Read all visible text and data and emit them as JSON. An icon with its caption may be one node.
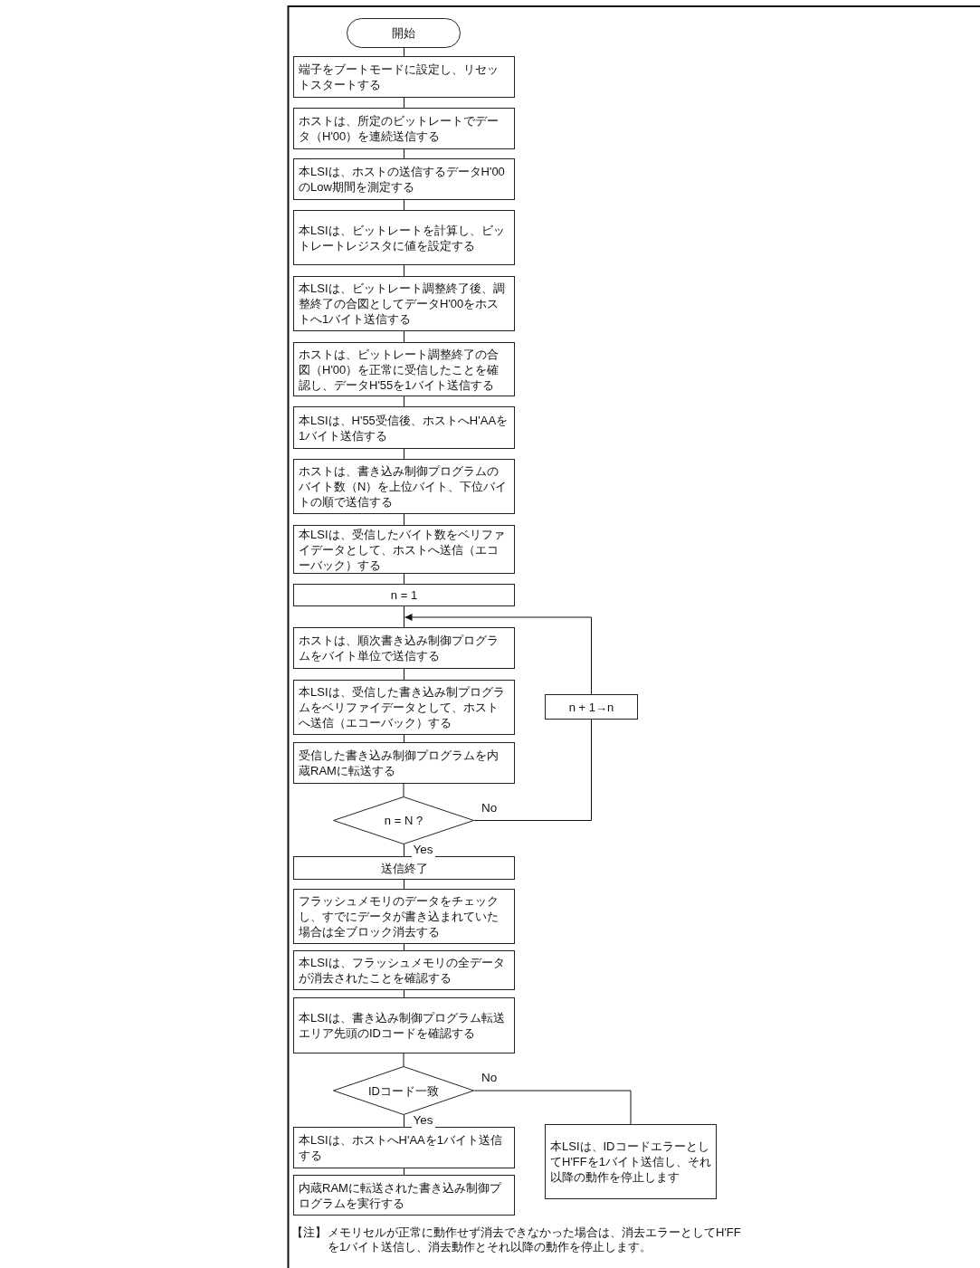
{
  "diagram": {
    "nodes": [
      {
        "text": [
          "開始"
        ]
      },
      {
        "text": [
          "端子をブートモードに設定し、リセットスタートする"
        ]
      },
      {
        "text": [
          "ホストは、所定のビットレートでデータ（H'00）を連続送信する"
        ]
      },
      {
        "text": [
          "本LSIは、ホストの送信するデータH'00のLow期間を測定する"
        ]
      },
      {
        "text": [
          "本LSIは、ビットレートを計算し、ビットレートレジスタに値を設定する"
        ]
      },
      {
        "text": [
          "本LSIは、ビットレート調整終了後、調整終了の合図としてデータH'00をホストへ1バイト送信する"
        ]
      },
      {
        "text": [
          "ホストは、ビットレート調整終了の合図（H'00）を正常に受信したことを確認し、データH'55を1バイト送信する"
        ]
      },
      {
        "text": [
          "本LSIは、H'55受信後、ホストへH'AAを1バイト送信する"
        ]
      },
      {
        "text": [
          "ホストは、書き込み制御プログラムのバイト数（N）を上位バイト、下位バイトの順で送信する"
        ]
      },
      {
        "text": [
          "本LSIは、受信したバイト数をベリファイデータとして、ホストへ送信（エコーバック）する"
        ]
      },
      {
        "text": [
          "n = 1"
        ]
      },
      {
        "text": [
          "ホストは、順次書き込み制御プログラムをバイト単位で送信する"
        ]
      },
      {
        "text": [
          "本LSIは、受信した書き込み制プログラムをベリファイデータとして、ホストへ送信（エコーバック）する"
        ]
      },
      {
        "text": [
          "受信した書き込み制御プログラムを内蔵RAMに転送する"
        ]
      },
      {
        "text": [
          "n = N ?"
        ]
      },
      {
        "text": [
          "n + 1→n"
        ]
      },
      {
        "text": [
          "送信終了"
        ]
      },
      {
        "text": [
          "フラッシュメモリのデータをチェックし、すでにデータが書き込まれていた場合は全ブロック消去する"
        ]
      },
      {
        "text": [
          "本LSIは、フラッシュメモリの全データが消去されたことを確認する"
        ]
      },
      {
        "text": [
          "本LSIは、書き込み制御プログラム転送エリア先頭のIDコードを確認する"
        ]
      },
      {
        "text": [
          "IDコード一致"
        ]
      },
      {
        "text": [
          "本LSIは、ホストへH'AAを1バイト送信する"
        ]
      },
      {
        "text": [
          "内蔵RAMに転送された書き込み制御プログラムを実行する"
        ]
      },
      {
        "text": [
          "本LSIは、IDコードエラーとしてH'FFを1バイト送信し、それ以降の動作を停止します"
        ]
      }
    ],
    "edges": [
      {
        "from": 0,
        "to": 1,
        "arrow": "none"
      },
      {
        "from": 1,
        "to": 2,
        "arrow": "none"
      },
      {
        "from": 2,
        "to": 3,
        "arrow": "none"
      },
      {
        "from": 3,
        "to": 4,
        "arrow": "none"
      },
      {
        "from": 4,
        "to": 5,
        "arrow": "none"
      },
      {
        "from": 5,
        "to": 6,
        "arrow": "none"
      },
      {
        "from": 6,
        "to": 7,
        "arrow": "none"
      },
      {
        "from": 7,
        "to": 8,
        "arrow": "none"
      },
      {
        "from": 8,
        "to": 9,
        "arrow": "none"
      },
      {
        "from": 9,
        "to": 10,
        "arrow": "none"
      },
      {
        "from": 10,
        "to": 11,
        "arrow": "none"
      },
      {
        "from": 11,
        "to": 12,
        "arrow": "none"
      },
      {
        "from": 12,
        "to": 13,
        "arrow": "none"
      },
      {
        "from": 13,
        "to": 14,
        "arrow": "none"
      },
      {
        "from": 14,
        "to": 16,
        "arrow": "none",
        "label": "Yes"
      },
      {
        "from": 14,
        "to": 15,
        "arrow": "none",
        "label": "No"
      },
      {
        "from": 15,
        "to": 11,
        "arrow": "to"
      },
      {
        "from": 16,
        "to": 17,
        "arrow": "none"
      },
      {
        "from": 17,
        "to": 18,
        "arrow": "none"
      },
      {
        "from": 18,
        "to": 19,
        "arrow": "none"
      },
      {
        "from": 19,
        "to": 20,
        "arrow": "none"
      },
      {
        "from": 20,
        "to": 21,
        "arrow": "none",
        "label": "Yes"
      },
      {
        "from": 20,
        "to": 23,
        "arrow": "none",
        "label": "No"
      },
      {
        "from": 21,
        "to": 22,
        "arrow": "none"
      }
    ],
    "labels": [
      "【注】",
      "メモリセルが正常に動作せず消去できなかった場合は、消去エラーとしてH'FFを1バイト送信し、消去動作とそれ以降の動作を停止します。"
    ]
  }
}
